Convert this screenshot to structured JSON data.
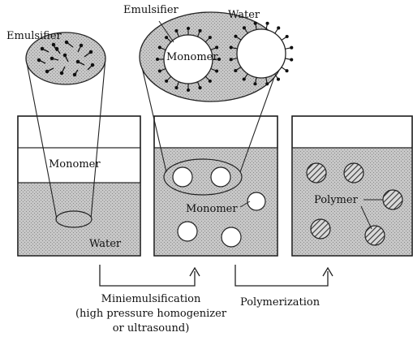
{
  "labels": {
    "emulsifier_left": "Emulsifier",
    "emulsifier_top": "Emulsifier",
    "water_top": "Water",
    "monomer_top": "Monomer",
    "monomer_beaker1": "Monomer",
    "water_beaker1": "Water",
    "monomer_beaker2": "Monomer",
    "polymer_beaker3": "Polymer"
  },
  "steps": {
    "step1_line1": "Miniemulsification",
    "step1_line2": "(high pressure homogenizer",
    "step1_line3": "or ultrasound)",
    "step2": "Polymerization"
  },
  "colors": {
    "water_fill": "#bdbdbd",
    "outline": "#222222",
    "droplet_fill": "#ffffff",
    "polymer_hatch": "#333333"
  }
}
